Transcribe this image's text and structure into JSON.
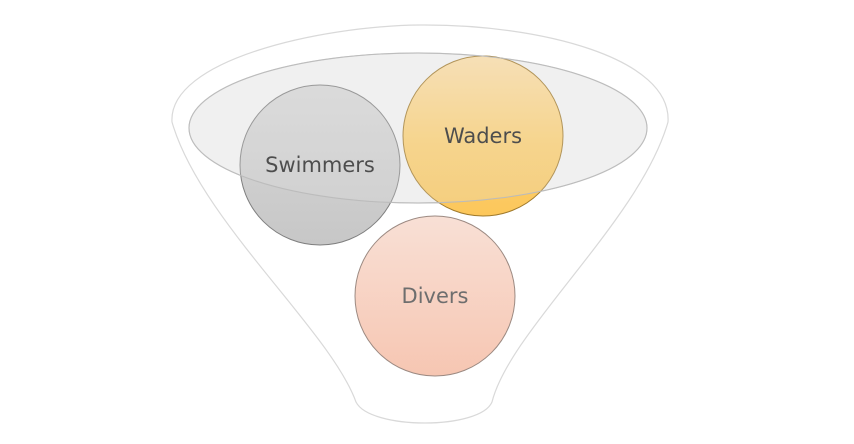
{
  "diagram": {
    "bubbles": [
      {
        "label": "Swimmers",
        "fill": "#c6c6c6",
        "text_color": "#1a1a1a"
      },
      {
        "label": "Waders",
        "fill": "#fcc858",
        "text_color": "#1a1a1a"
      },
      {
        "label": "Divers",
        "fill": "#f6c4b0",
        "text_color": "#6e6e6e"
      }
    ],
    "colors": {
      "funnel_outline": "#d9d9d9",
      "funnel_rim_fill": "#f2f2f2",
      "bubble_outline": "#7f7f7f"
    }
  }
}
